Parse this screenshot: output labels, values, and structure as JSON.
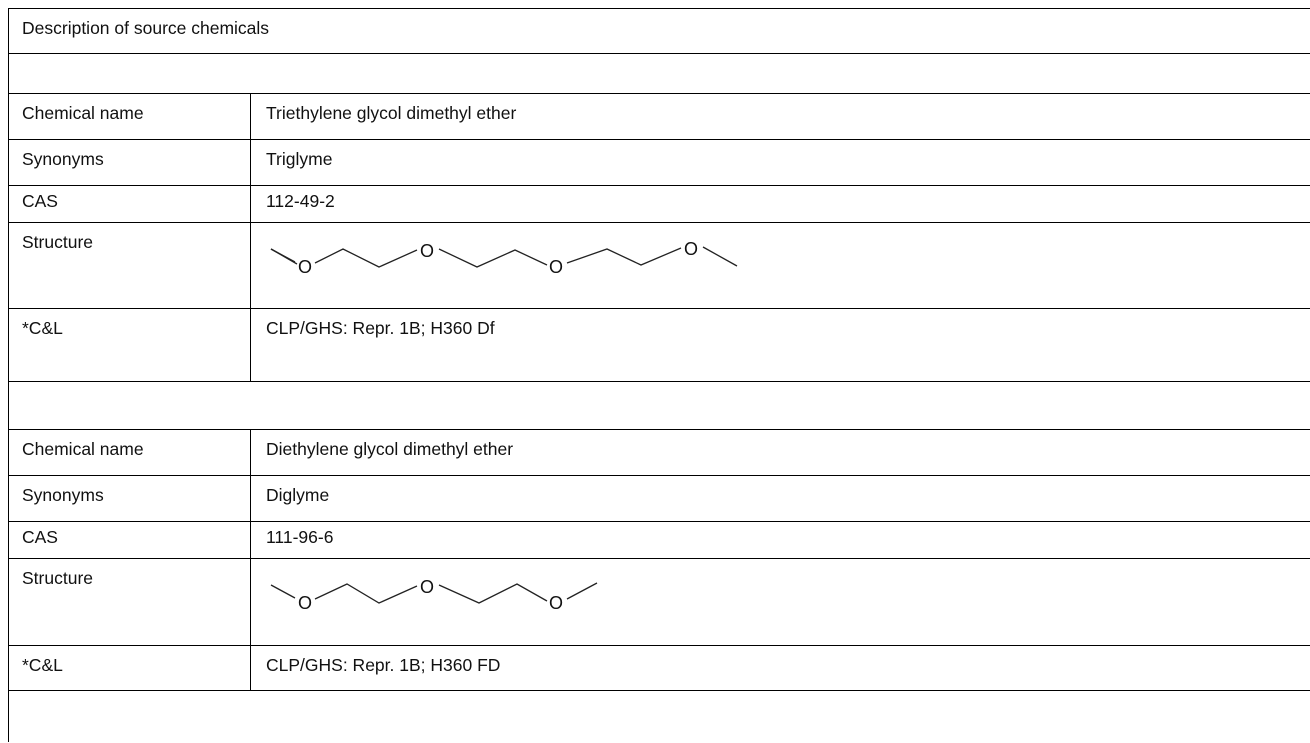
{
  "title": "Description of source chemicals",
  "chemicals": [
    {
      "chemical_name_label": "Chemical name",
      "chemical_name": "Triethylene glycol dimethyl ether",
      "synonyms_label": "Synonyms",
      "synonyms": "Triglyme",
      "cas_label": "CAS",
      "cas": "112-49-2",
      "structure_label": "Structure",
      "structure_atom": "O",
      "cl_label": "*C&L",
      "cl": "CLP/GHS: Repr. 1B; H360 Df"
    },
    {
      "chemical_name_label": "Chemical name",
      "chemical_name": "Diethylene glycol dimethyl ether",
      "synonyms_label": "Synonyms",
      "synonyms": "Diglyme",
      "cas_label": "CAS",
      "cas": "111-96-6",
      "structure_label": "Structure",
      "structure_atom": "O",
      "cl_label": "*C&L",
      "cl": "CLP/GHS: Repr. 1B; H360 FD"
    }
  ]
}
